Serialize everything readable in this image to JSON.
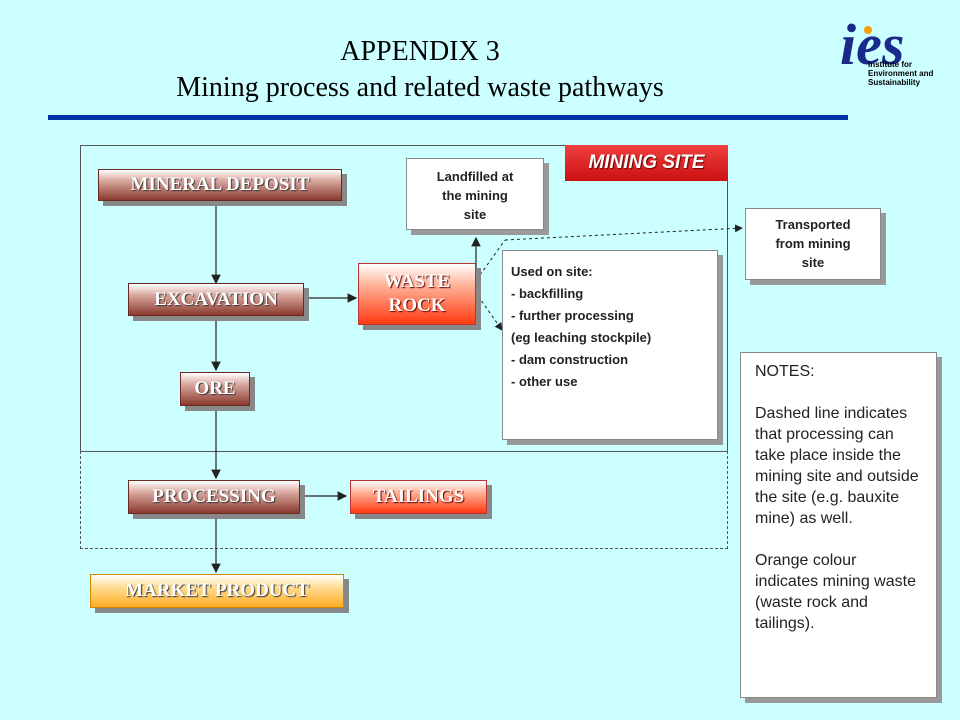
{
  "title": {
    "line1": "APPENDIX 3",
    "line2": "Mining process and related waste pathways"
  },
  "logo": {
    "mark": "ies",
    "subtitle_lines": [
      "Institute for",
      "Environment and",
      "Sustainability"
    ]
  },
  "diagram": {
    "mining_site_label": "MINING SITE",
    "boxes": {
      "mineral_deposit": "MINERAL DEPOSIT",
      "excavation": "EXCAVATION",
      "ore": "ORE",
      "processing": "PROCESSING",
      "tailings": "TAILINGS",
      "market_product": "MARKET PRODUCT",
      "waste_rock_line1": "WASTE",
      "waste_rock_line2": "ROCK"
    },
    "landfilled": [
      "Landfilled at",
      "the mining",
      "site"
    ],
    "transported": [
      "Transported",
      "from mining",
      "site"
    ],
    "used_on_site": {
      "heading": "Used on site:",
      "items": [
        "- backfilling",
        "- further processing",
        "(eg leaching stockpile)",
        "- dam construction",
        "- other use"
      ]
    }
  },
  "notes": {
    "heading": "NOTES:",
    "paragraph1": "Dashed line indicates that processing can take place inside the mining site and outside the site (e.g. bauxite mine) as well.",
    "paragraph2": "Orange colour indicates mining waste (waste rock and tailings)."
  },
  "colors": {
    "background": "#ccffff",
    "rule": "#0033aa",
    "mining_site": "#e02020",
    "waste_orange": "#ff3a10",
    "process_brown": "#8b3a2e",
    "market_yellow": "#ffaa22"
  }
}
